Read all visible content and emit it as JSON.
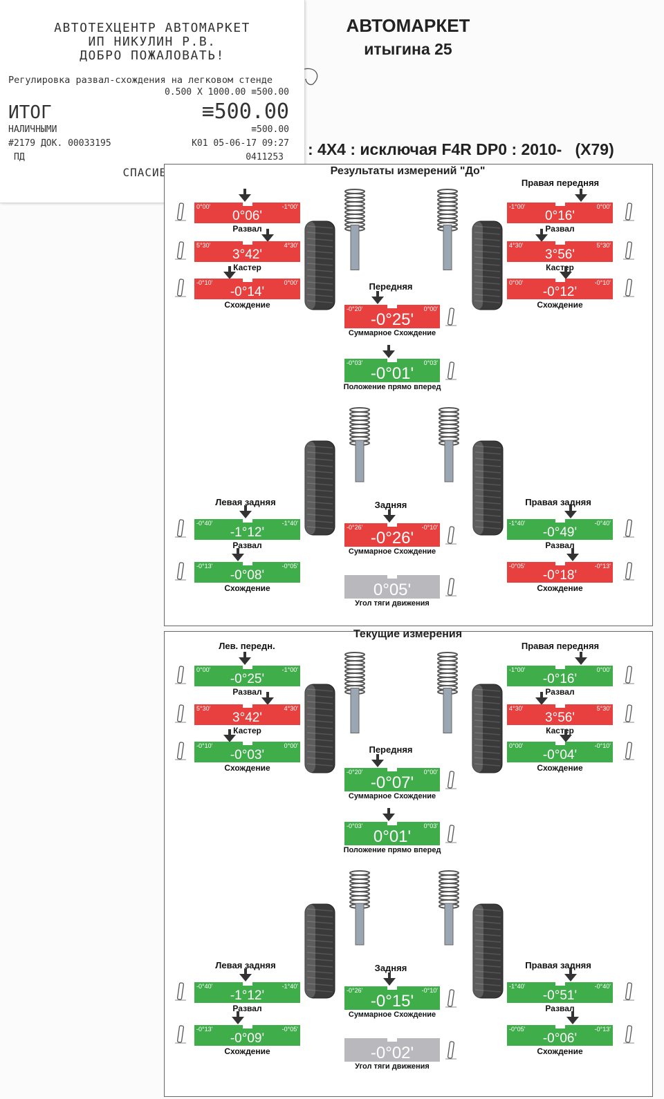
{
  "receipt": {
    "line1": "АВТОТЕХЦЕНТР АВТОМАРКЕТ",
    "line2": "ИП НИКУЛИН Р.В.",
    "line3": "ДОБРО ПОЖАЛОВАТЬ!",
    "service": "Регулировка развал-схождения на легковом стенде",
    "qty": "0.500 X 1000.00 ≡500.00",
    "total_label": "ИТОГ",
    "total_value": "≡500.00",
    "cash_label": "НАЛИЧНЫМИ",
    "cash_value": "≡500.00",
    "doc": "#2179 ДОК. 00033195",
    "kassa": "К01 05-06-17 09:27",
    "pd": "ПД",
    "num": "0411253",
    "thanks": "СПАСИБО!"
  },
  "shop": {
    "title": "АВТОМАРКЕТ",
    "address": "итыгина 25"
  },
  "vehicle": ": 4X4 : исключая F4R DP0 : 2010-   (X79)",
  "sections": [
    {
      "title": "Результаты измерений \"До\"",
      "front_left": {
        "header": "",
        "camber": {
          "value": "0°06'",
          "min": "0°00'",
          "max": "-1°00'",
          "status": "red",
          "label": "Развал"
        },
        "caster": {
          "value": "3°42'",
          "min": "5°30'",
          "max": "4°30'",
          "status": "red",
          "label": "Кастер"
        },
        "toe": {
          "value": "-0°14'",
          "min": "-0°10'",
          "max": "0°00'",
          "status": "red",
          "label": "Схождение"
        }
      },
      "front_right": {
        "header": "Правая передняя",
        "camber": {
          "value": "0°16'",
          "min": "-1°00'",
          "max": "0°00'",
          "status": "red",
          "label": "Развал"
        },
        "caster": {
          "value": "3°56'",
          "min": "4°30'",
          "max": "5°30'",
          "status": "red",
          "label": "Кастер"
        },
        "toe": {
          "value": "-0°12'",
          "min": "0°00'",
          "max": "-0°10'",
          "status": "red",
          "label": "Схождение"
        }
      },
      "front_label": "Передняя",
      "front_total": {
        "value": "-0°25'",
        "min": "-0°20'",
        "max": "0°00'",
        "status": "red",
        "label": "Суммарное Схождение"
      },
      "straight": {
        "value": "-0°01'",
        "min": "-0°03'",
        "max": "0°03'",
        "status": "green",
        "label": "Положение прямо вперед"
      },
      "rear_left": {
        "header": "Левая задняя",
        "camber": {
          "value": "-1°12'",
          "min": "-0°40'",
          "max": "-1°40'",
          "status": "green",
          "label": "Развал"
        },
        "toe": {
          "value": "-0°08'",
          "min": "-0°13'",
          "max": "-0°05'",
          "status": "green",
          "label": "Схождение"
        }
      },
      "rear_right": {
        "header": "Правая задняя",
        "camber": {
          "value": "-0°49'",
          "min": "-1°40'",
          "max": "-0°40'",
          "status": "green",
          "label": "Развал"
        },
        "toe": {
          "value": "-0°18'",
          "min": "-0°05'",
          "max": "-0°13'",
          "status": "red",
          "label": "Схождение"
        }
      },
      "rear_label": "Задняя",
      "rear_total": {
        "value": "-0°26'",
        "min": "-0°26'",
        "max": "-0°10'",
        "status": "red",
        "label": "Суммарное Схождение"
      },
      "thrust": {
        "value": "0°05'",
        "min": "",
        "max": "",
        "status": "gray",
        "label": "Угол тяги движения"
      }
    },
    {
      "title": "Текущие измерения",
      "front_left": {
        "header": "Лев. передн.",
        "camber": {
          "value": "-0°25'",
          "min": "0°00'",
          "max": "-1°00'",
          "status": "green",
          "label": "Развал"
        },
        "caster": {
          "value": "3°42'",
          "min": "5°30'",
          "max": "4°30'",
          "status": "red",
          "label": "Кастер"
        },
        "toe": {
          "value": "-0°03'",
          "min": "-0°10'",
          "max": "0°00'",
          "status": "green",
          "label": "Схождение"
        }
      },
      "front_right": {
        "header": "Правая передняя",
        "camber": {
          "value": "-0°16'",
          "min": "-1°00'",
          "max": "0°00'",
          "status": "green",
          "label": "Развал"
        },
        "caster": {
          "value": "3°56'",
          "min": "4°30'",
          "max": "5°30'",
          "status": "red",
          "label": "Кастер"
        },
        "toe": {
          "value": "-0°04'",
          "min": "0°00'",
          "max": "-0°10'",
          "status": "green",
          "label": "Схождение"
        }
      },
      "front_label": "Передняя",
      "front_total": {
        "value": "-0°07'",
        "min": "-0°20'",
        "max": "0°00'",
        "status": "green",
        "label": "Суммарное Схождение"
      },
      "straight": {
        "value": "0°01'",
        "min": "-0°03'",
        "max": "0°03'",
        "status": "green",
        "label": "Положение прямо вперед"
      },
      "rear_left": {
        "header": "Левая задняя",
        "camber": {
          "value": "-1°12'",
          "min": "-0°40'",
          "max": "-1°40'",
          "status": "green",
          "label": "Развал"
        },
        "toe": {
          "value": "-0°09'",
          "min": "-0°13'",
          "max": "-0°05'",
          "status": "green",
          "label": "Схождение"
        }
      },
      "rear_right": {
        "header": "Правая задняя",
        "camber": {
          "value": "-0°51'",
          "min": "-1°40'",
          "max": "-0°40'",
          "status": "green",
          "label": "Развал"
        },
        "toe": {
          "value": "-0°06'",
          "min": "-0°05'",
          "max": "-0°13'",
          "status": "green",
          "label": "Схождение"
        }
      },
      "rear_label": "Задняя",
      "rear_total": {
        "value": "-0°15'",
        "min": "-0°26'",
        "max": "-0°10'",
        "status": "green",
        "label": "Суммарное Схождение"
      },
      "thrust": {
        "value": "-0°02'",
        "min": "",
        "max": "",
        "status": "gray",
        "label": "Угол тяги движения"
      }
    }
  ]
}
